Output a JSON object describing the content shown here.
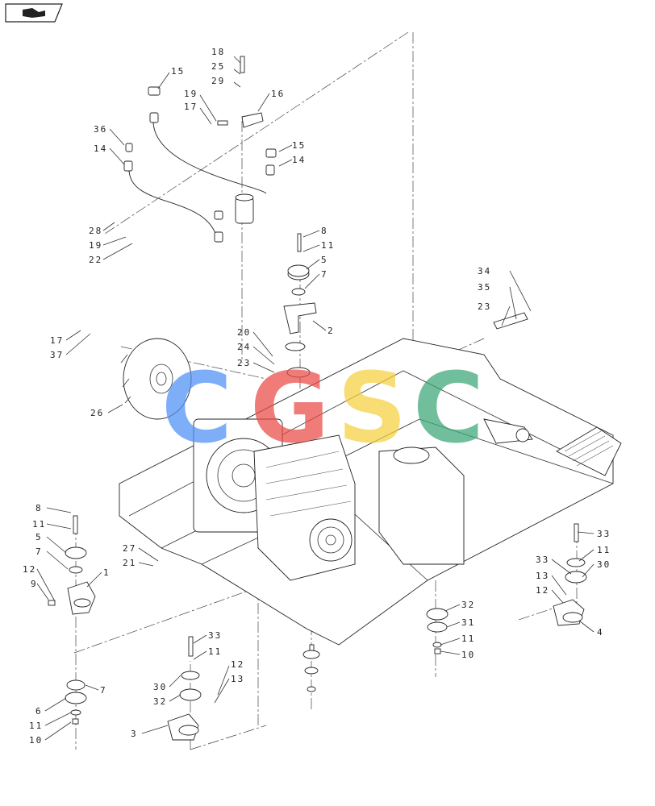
{
  "nav": {
    "icon": "book-page-icon"
  },
  "watermark": {
    "letters": [
      "C",
      "G",
      "S",
      "C"
    ],
    "colors": [
      "#4f8ff7",
      "#ea4b45",
      "#f6cf3f",
      "#3aa675"
    ]
  },
  "callouts": [
    "18",
    "25",
    "29",
    "16",
    "15",
    "19",
    "17",
    "36",
    "14",
    "15",
    "14",
    "28",
    "19",
    "22",
    "8",
    "11",
    "5",
    "7",
    "2",
    "34",
    "35",
    "23",
    "17",
    "37",
    "20",
    "24",
    "23",
    "26",
    "8",
    "11",
    "5",
    "7",
    "12",
    "9",
    "1",
    "27",
    "21",
    "33",
    "11",
    "30",
    "33",
    "13",
    "12",
    "4",
    "32",
    "31",
    "11",
    "10",
    "33",
    "11",
    "12",
    "13",
    "30",
    "32",
    "7",
    "6",
    "11",
    "10",
    "3"
  ]
}
